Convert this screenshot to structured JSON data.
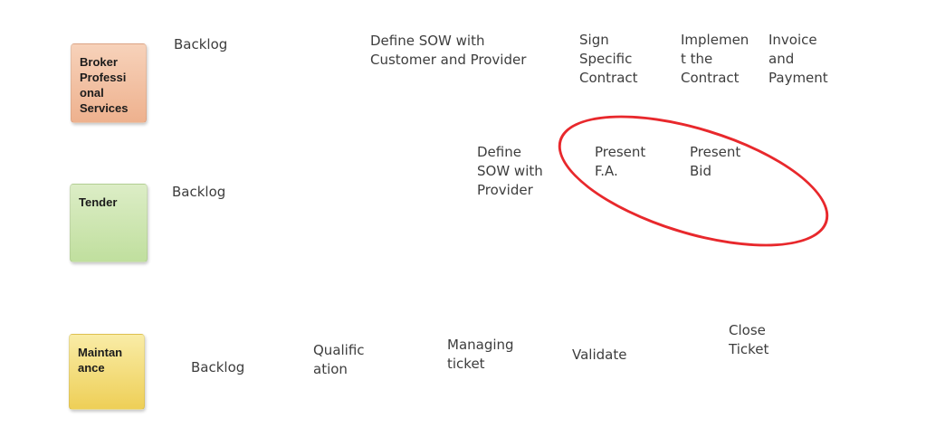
{
  "board": {
    "background": "#ffffff",
    "step_text_color": "#3d3d3d",
    "note_text_color": "#1b1b1b",
    "annotation_color": "#e8282c"
  },
  "lanes": [
    {
      "name": "broker-professional-services",
      "note": {
        "label": "Broker\nProfessi\nonal\nServices",
        "color_top": "#f7d2ba",
        "color_bottom": "#eeb18e"
      },
      "steps": [
        {
          "label": "Backlog"
        },
        {
          "label": "Define SOW with\nCustomer and Provider"
        },
        {
          "label": "Sign\nSpecific\nContract"
        },
        {
          "label": "Implemen\nt the\nContract"
        },
        {
          "label": "Invoice\nand\nPayment"
        }
      ]
    },
    {
      "name": "tender",
      "note": {
        "label": "Tender",
        "color_top": "#dcedc6",
        "color_bottom": "#c0df9e"
      },
      "steps": [
        {
          "label": "Backlog"
        },
        {
          "label": "Define\nSOW with\nProvider"
        },
        {
          "label": "Present\nF.A.",
          "circled": true
        },
        {
          "label": "Present\nBid",
          "circled": true
        }
      ]
    },
    {
      "name": "maintanance",
      "note": {
        "label": "Maintan\nance",
        "color_top": "#f9eca6",
        "color_bottom": "#eecf57"
      },
      "steps": [
        {
          "label": "Backlog"
        },
        {
          "label": "Qualific\nation"
        },
        {
          "label": "Managing\nticket"
        },
        {
          "label": "Validate"
        },
        {
          "label": "Close\nTicket"
        }
      ]
    }
  ],
  "annotation": {
    "type": "ellipse",
    "color": "#e8282c",
    "encircles": [
      "Present F.A.",
      "Present Bid"
    ]
  }
}
